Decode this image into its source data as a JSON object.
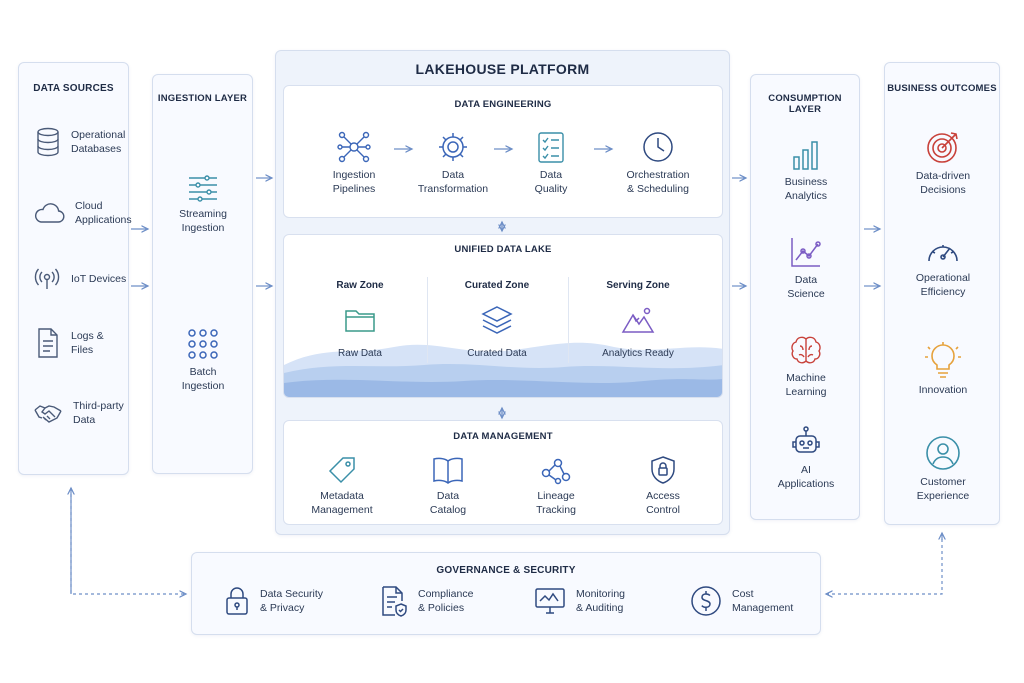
{
  "platform_title": "LAKEHOUSE PLATFORM",
  "data_sources": {
    "title": "DATA SOURCES",
    "items": [
      {
        "label": "Operational\nDatabases",
        "icon": "database-icon"
      },
      {
        "label": "Cloud\nApplications",
        "icon": "cloud-icon"
      },
      {
        "label": "IoT Devices",
        "icon": "iot-icon"
      },
      {
        "label": "Logs &\nFiles",
        "icon": "file-icon"
      },
      {
        "label": "Third-party\nData",
        "icon": "handshake-icon"
      }
    ]
  },
  "ingestion": {
    "title": "INGESTION LAYER",
    "items": [
      {
        "label": "Streaming\nIngestion",
        "icon": "streaming-icon"
      },
      {
        "label": "Batch\nIngestion",
        "icon": "batch-grid-icon"
      }
    ]
  },
  "data_engineering": {
    "title": "DATA ENGINEERING",
    "items": [
      {
        "label": "Ingestion\nPipelines",
        "icon": "pipeline-icon"
      },
      {
        "label": "Data\nTransformation",
        "icon": "gear-icon"
      },
      {
        "label": "Data\nQuality",
        "icon": "checklist-icon"
      },
      {
        "label": "Orchestration\n& Scheduling",
        "icon": "clock-icon"
      }
    ]
  },
  "data_lake": {
    "title": "UNIFIED DATA LAKE",
    "zones": [
      {
        "title": "Raw Zone",
        "sub": "Raw Data",
        "icon": "folder-icon"
      },
      {
        "title": "Curated Zone",
        "sub": "Curated Data",
        "icon": "layers-icon"
      },
      {
        "title": "Serving Zone",
        "sub": "Analytics Ready",
        "icon": "mountain-chart-icon"
      }
    ]
  },
  "data_management": {
    "title": "DATA MANAGEMENT",
    "items": [
      {
        "label": "Metadata\nManagement",
        "icon": "tag-icon"
      },
      {
        "label": "Data\nCatalog",
        "icon": "book-icon"
      },
      {
        "label": "Lineage\nTracking",
        "icon": "lineage-icon"
      },
      {
        "label": "Access\nControl",
        "icon": "lock-shield-icon"
      }
    ]
  },
  "consumption": {
    "title": "CONSUMPTION LAYER",
    "items": [
      {
        "label": "Business\nAnalytics",
        "icon": "bar-chart-icon"
      },
      {
        "label": "Data\nScience",
        "icon": "line-chart-icon"
      },
      {
        "label": "Machine\nLearning",
        "icon": "brain-icon"
      },
      {
        "label": "AI\nApplications",
        "icon": "robot-icon"
      }
    ]
  },
  "outcomes": {
    "title": "BUSINESS OUTCOMES",
    "items": [
      {
        "label": "Data-driven\nDecisions",
        "icon": "target-icon"
      },
      {
        "label": "Operational\nEfficiency",
        "icon": "gauge-icon"
      },
      {
        "label": "Innovation",
        "icon": "lightbulb-icon"
      },
      {
        "label": "Customer\nExperience",
        "icon": "user-icon"
      }
    ]
  },
  "governance": {
    "title": "GOVERNANCE & SECURITY",
    "items": [
      {
        "label": "Data Security\n& Privacy",
        "icon": "padlock-icon"
      },
      {
        "label": "Compliance\n& Policies",
        "icon": "document-check-icon"
      },
      {
        "label": "Monitoring\n& Auditing",
        "icon": "monitor-icon"
      },
      {
        "label": "Cost\nManagement",
        "icon": "dollar-icon"
      }
    ]
  },
  "colors": {
    "icon_blue": "#3b66b8",
    "icon_purple": "#7b5cc4",
    "icon_red": "#c8413a",
    "icon_navy": "#2f4a80",
    "icon_orange": "#e6a23c",
    "icon_teal": "#3a8fa8",
    "arrow": "#6e8fc7",
    "water": "#a9c3ec"
  }
}
